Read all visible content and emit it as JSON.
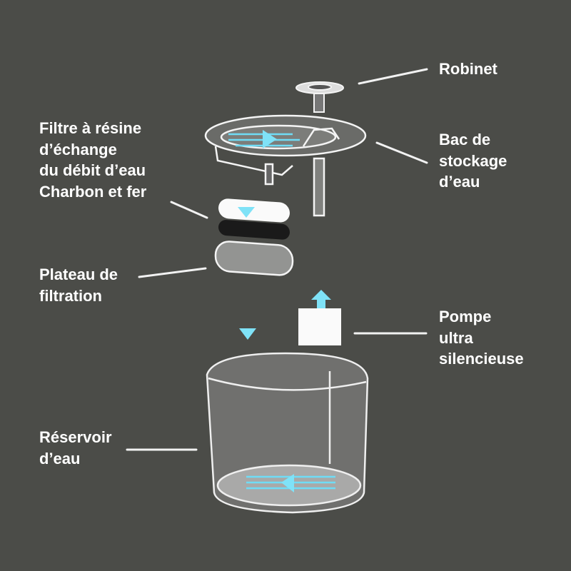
{
  "labels": {
    "robinet": [
      "Robinet"
    ],
    "bac": [
      "Bac de",
      "stockage",
      "d’eau"
    ],
    "filtre": [
      "Filtre à résine",
      "d’échange",
      "du débit d’eau",
      "Charbon et fer"
    ],
    "plateau": [
      "Plateau de",
      "filtration"
    ],
    "pompe": [
      "Pompe",
      "ultra",
      "silencieuse"
    ],
    "reservoir": [
      "Réservoir",
      "d’eau"
    ]
  },
  "colors": {
    "background": "#4b4c48",
    "flow": "#4fd3f0",
    "text": "#ffffff"
  }
}
